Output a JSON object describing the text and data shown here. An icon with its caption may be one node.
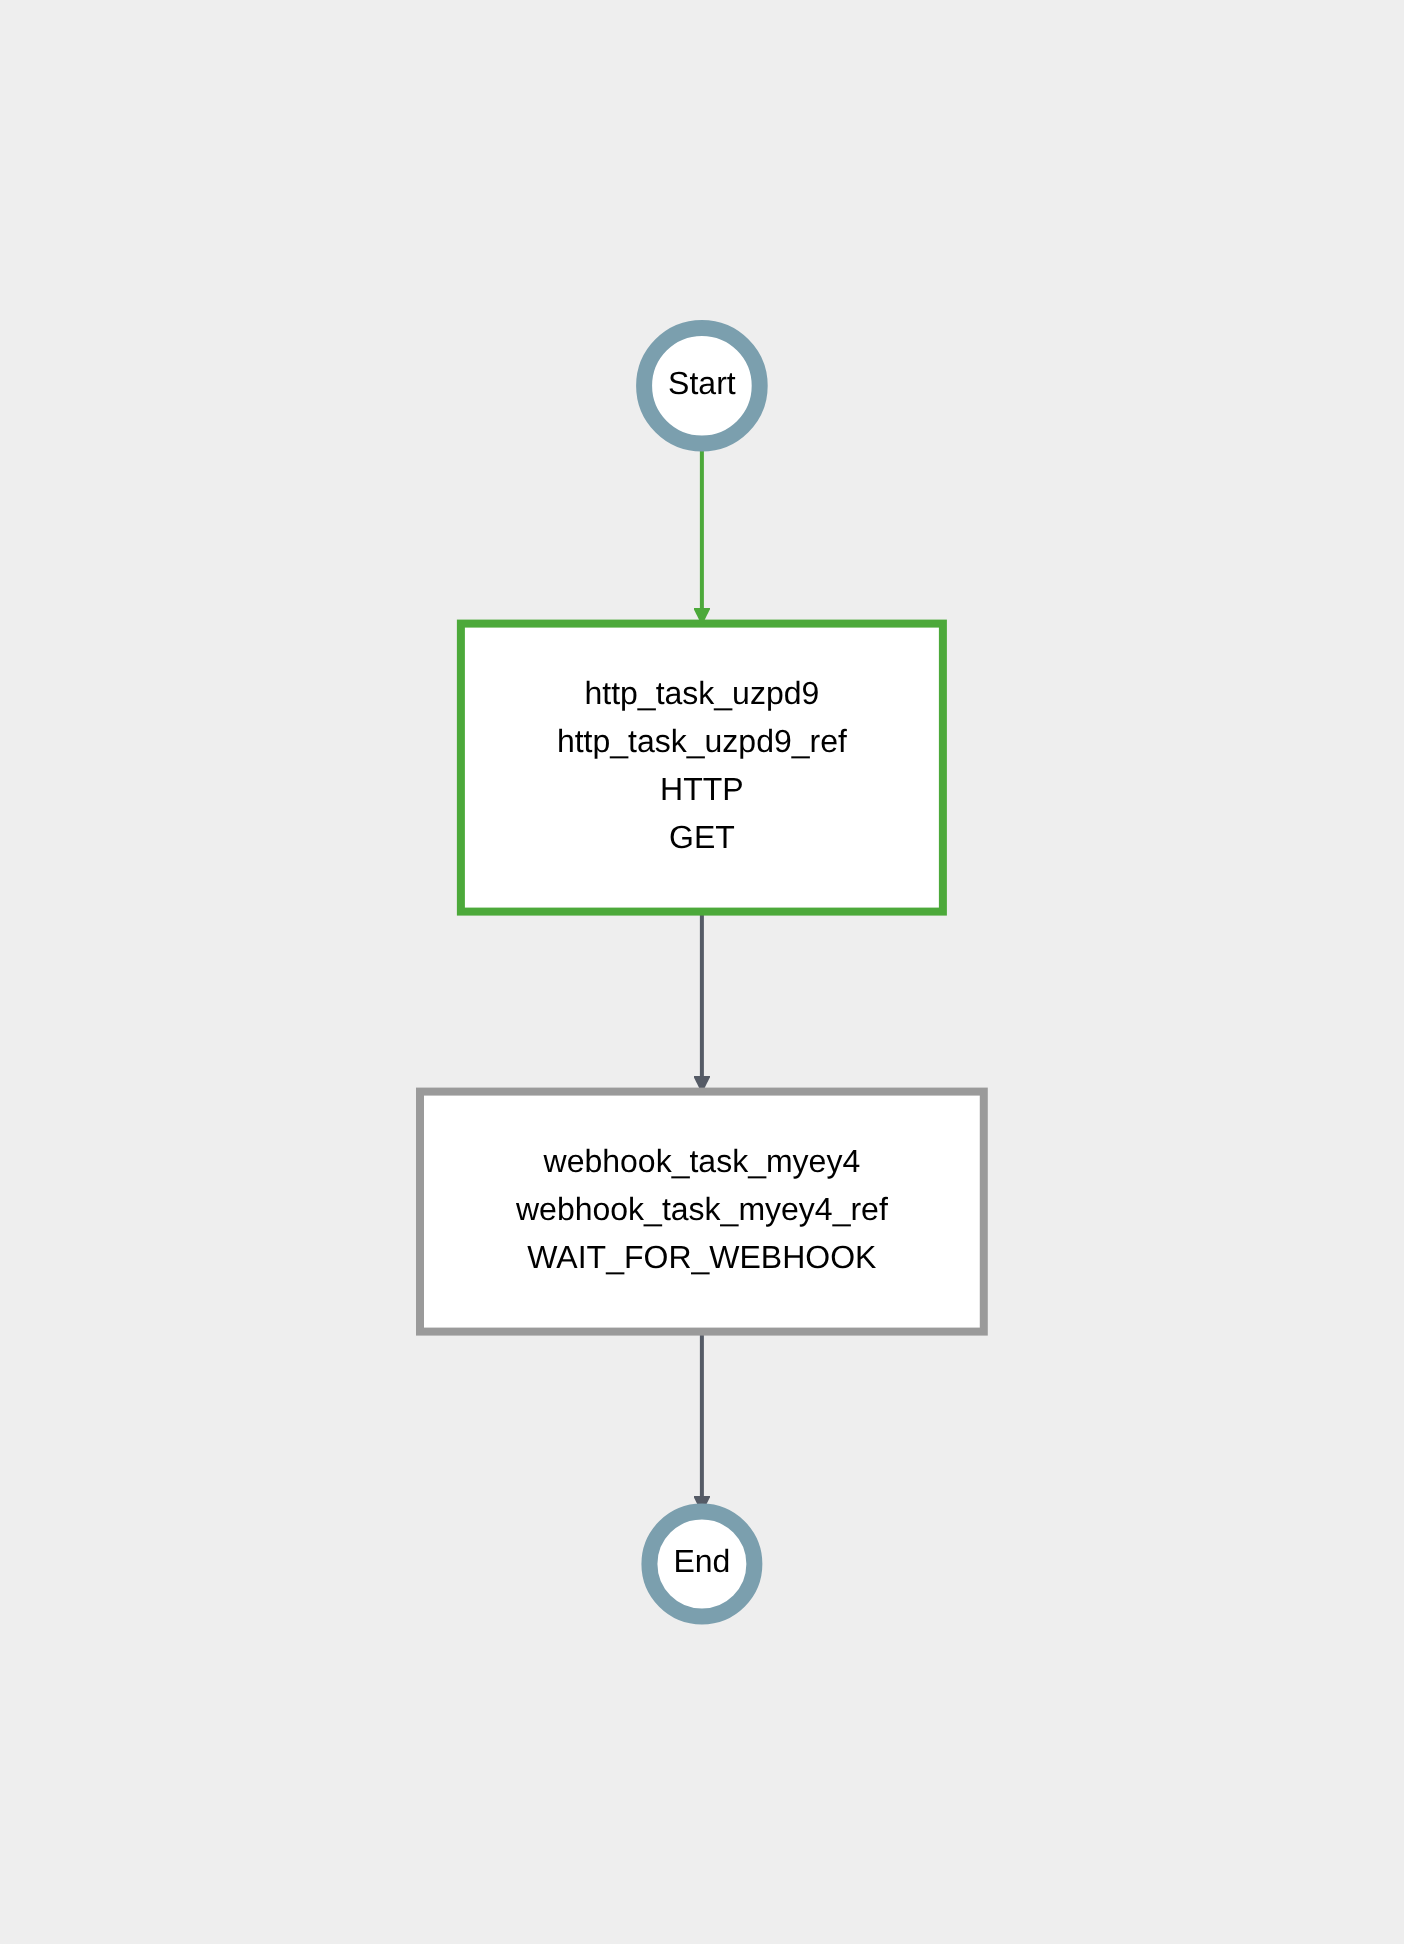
{
  "diagram": {
    "nodes": [
      {
        "text": [
          "Start"
        ]
      },
      {
        "text": [
          "http_task_uzpd9",
          "http_task_uzpd9_ref",
          "HTTP",
          "GET"
        ]
      },
      {
        "text": [
          "webhook_task_myey4",
          "webhook_task_myey4_ref",
          "WAIT_FOR_WEBHOOK"
        ]
      },
      {
        "text": [
          "End"
        ]
      }
    ],
    "edges": [
      {
        "from": 0,
        "to": 1,
        "arrow": "to",
        "color": "#4ca93a"
      },
      {
        "from": 1,
        "to": 2,
        "arrow": "to"
      },
      {
        "from": 2,
        "to": 3,
        "arrow": "to"
      }
    ]
  }
}
